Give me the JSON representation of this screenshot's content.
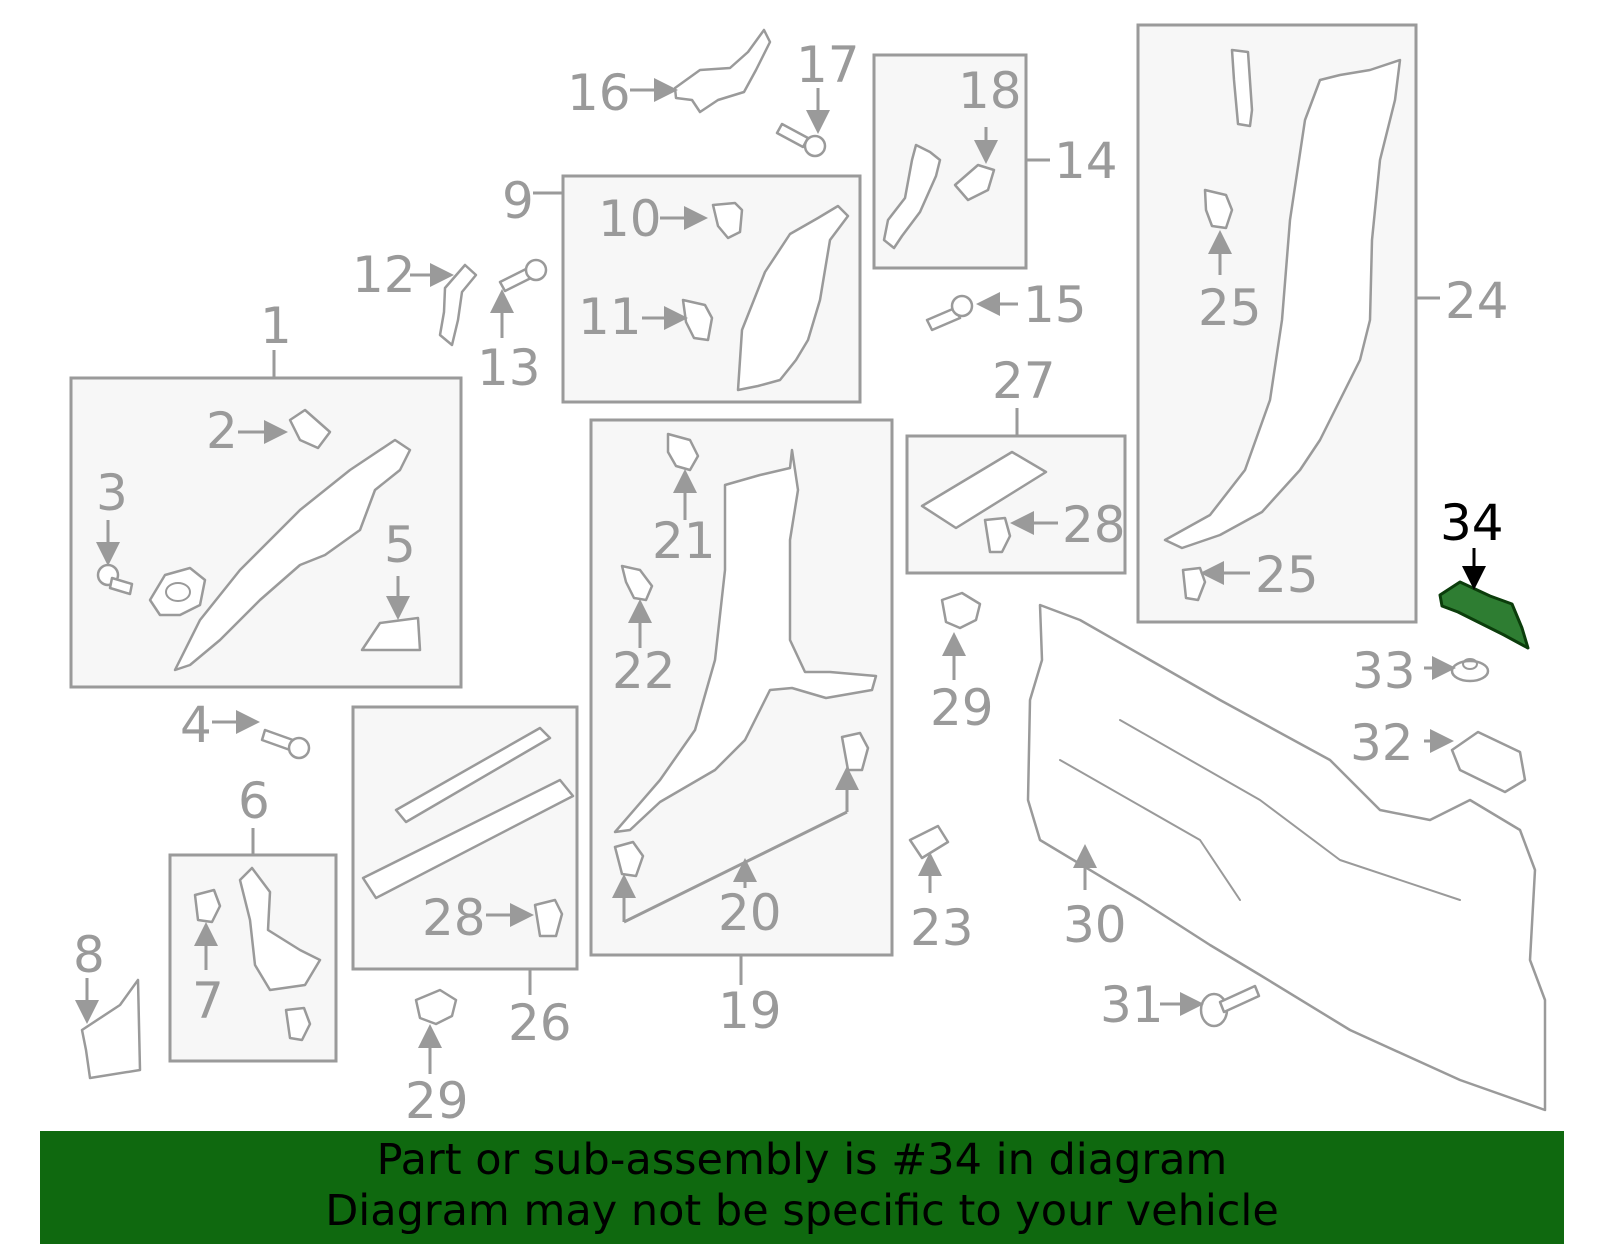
{
  "highlight_color": "#2e7d32",
  "banner_color": "#0f690f",
  "callouts": {
    "c1": "1",
    "c2": "2",
    "c3": "3",
    "c4": "4",
    "c5": "5",
    "c6": "6",
    "c7": "7",
    "c8": "8",
    "c9": "9",
    "c10": "10",
    "c11": "11",
    "c12": "12",
    "c13": "13",
    "c14": "14",
    "c15": "15",
    "c16": "16",
    "c17": "17",
    "c18": "18",
    "c19": "19",
    "c20": "20",
    "c21": "21",
    "c22": "22",
    "c23": "23",
    "c24": "24",
    "c25a": "25",
    "c25b": "25",
    "c26": "26",
    "c27": "27",
    "c28a": "28",
    "c28b": "28",
    "c29a": "29",
    "c29b": "29",
    "c30": "30",
    "c31": "31",
    "c32": "32",
    "c33": "33",
    "c34": "34"
  },
  "banner": {
    "line1": "Part or sub-assembly is #34 in diagram",
    "line2": "Diagram may not be specific to your vehicle"
  }
}
